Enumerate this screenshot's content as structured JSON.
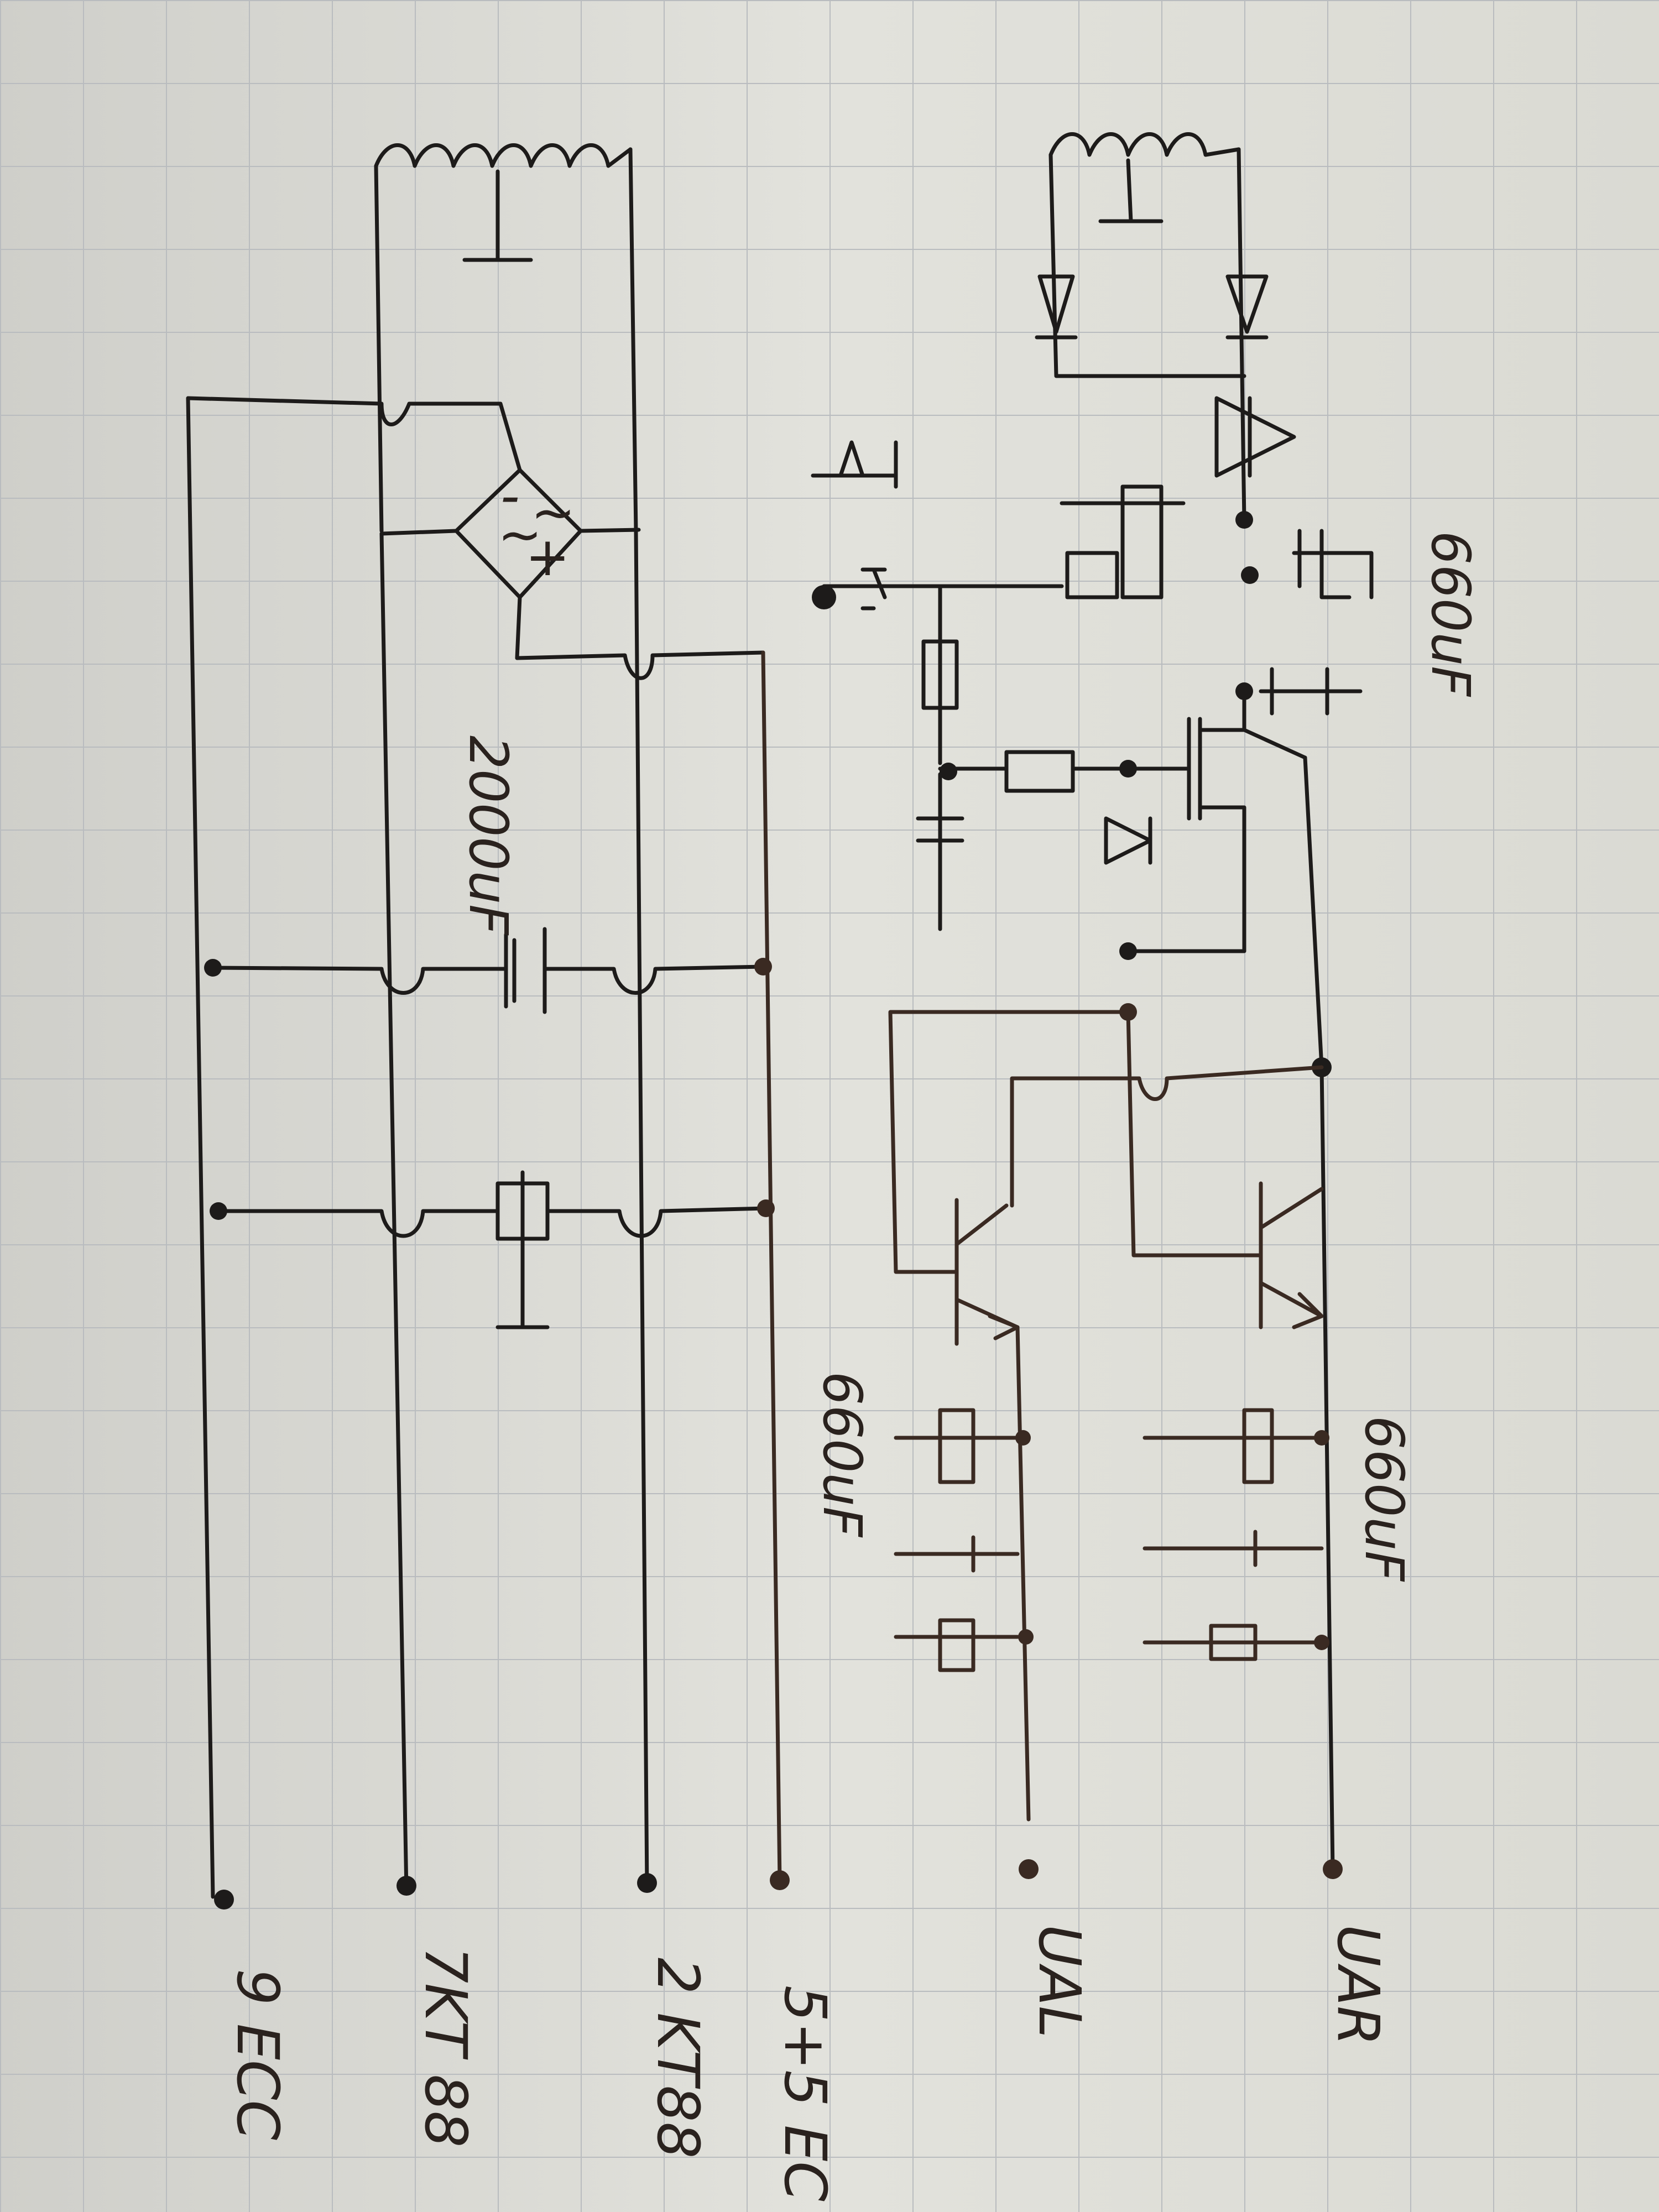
{
  "labels": {
    "cap_top": "660uF",
    "cap_right_upper": "660uF",
    "cap_right_lower": "660uF",
    "cap_left_filter": "2000uF"
  },
  "terminals": [
    "9 ECC",
    "7KT 88",
    "2 KT88",
    "5+5 EC",
    "UAL",
    "UAR"
  ],
  "colors": {
    "paper": "#dcdcd7",
    "grid": "#b9bcbf",
    "ink": "#1d1b1a",
    "ink_brown": "#3a2a22"
  }
}
